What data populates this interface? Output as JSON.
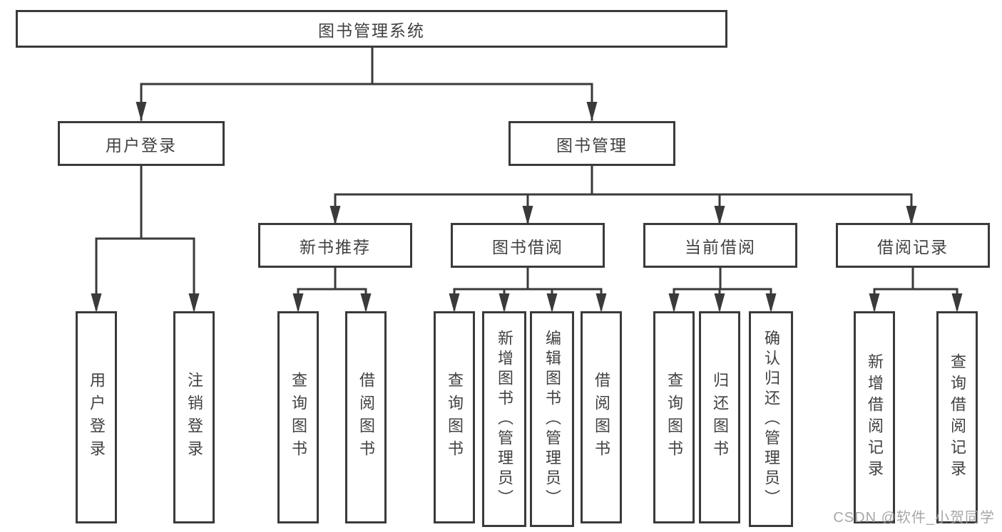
{
  "diagram": {
    "root": "图书管理系统",
    "login": {
      "label": "用户登录",
      "children": [
        "用户登录",
        "注销登录"
      ]
    },
    "mgmt": {
      "label": "图书管理",
      "sections": [
        {
          "label": "新书推荐",
          "children": [
            "查询图书",
            "借阅图书"
          ]
        },
        {
          "label": "图书借阅",
          "children": [
            "查询图书",
            "新增图书（管理员）",
            "编辑图书（管理员）",
            "借阅图书"
          ]
        },
        {
          "label": "当前借阅",
          "children": [
            "查询图书",
            "归还图书",
            "确认归还（管理员）"
          ]
        },
        {
          "label": "借阅记录",
          "children": [
            "新增借阅记录",
            "查询借阅记录"
          ]
        }
      ]
    }
  },
  "watermark": "CSDN @软件_小贺同学",
  "colors": {
    "line": "#3a3a3a",
    "text": "#414141",
    "background": "#ffffff",
    "watermark": "#a0a0a0"
  }
}
